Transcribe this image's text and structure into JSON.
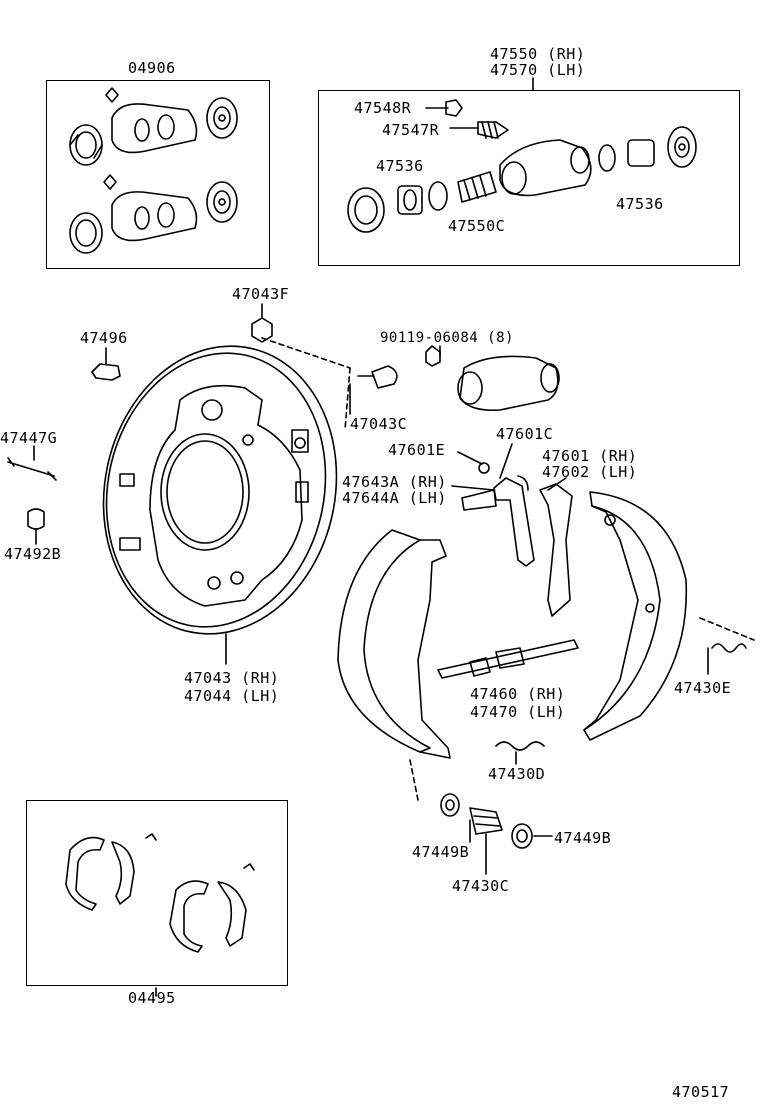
{
  "labels": {
    "kit_cup": "04906",
    "cyl_rh": "47550 (RH)",
    "cyl_lh": "47570 (LH)",
    "cap": "47548R",
    "bleeder": "47547R",
    "piston_l": "47536",
    "piston_r": "47536",
    "cup_c": "47550C",
    "nut_f": "47043F",
    "pin": "47496",
    "bolt_spec": "90119-06084 (8)",
    "plug_c": "47043C",
    "pin_g": "47447G",
    "seat_b": "47492B",
    "backing_rh": "47043 (RH)",
    "backing_lh": "47044 (LH)",
    "clip_e": "47601E",
    "lever_c": "47601C",
    "lever_rh": "47601 (RH)",
    "lever_lh": "47602 (LH)",
    "adj_lever_rh": "47643A (RH)",
    "adj_lever_lh": "47644A (LH)",
    "adjuster_rh": "47460 (RH)",
    "adjuster_lh": "47470 (LH)",
    "spring_e": "47430E",
    "spring_d": "47430D",
    "cup_b_left": "47449B",
    "cup_b_right": "47449B",
    "spring_c": "47430C",
    "shoe_kit": "04495",
    "diagram_no": "470517"
  }
}
